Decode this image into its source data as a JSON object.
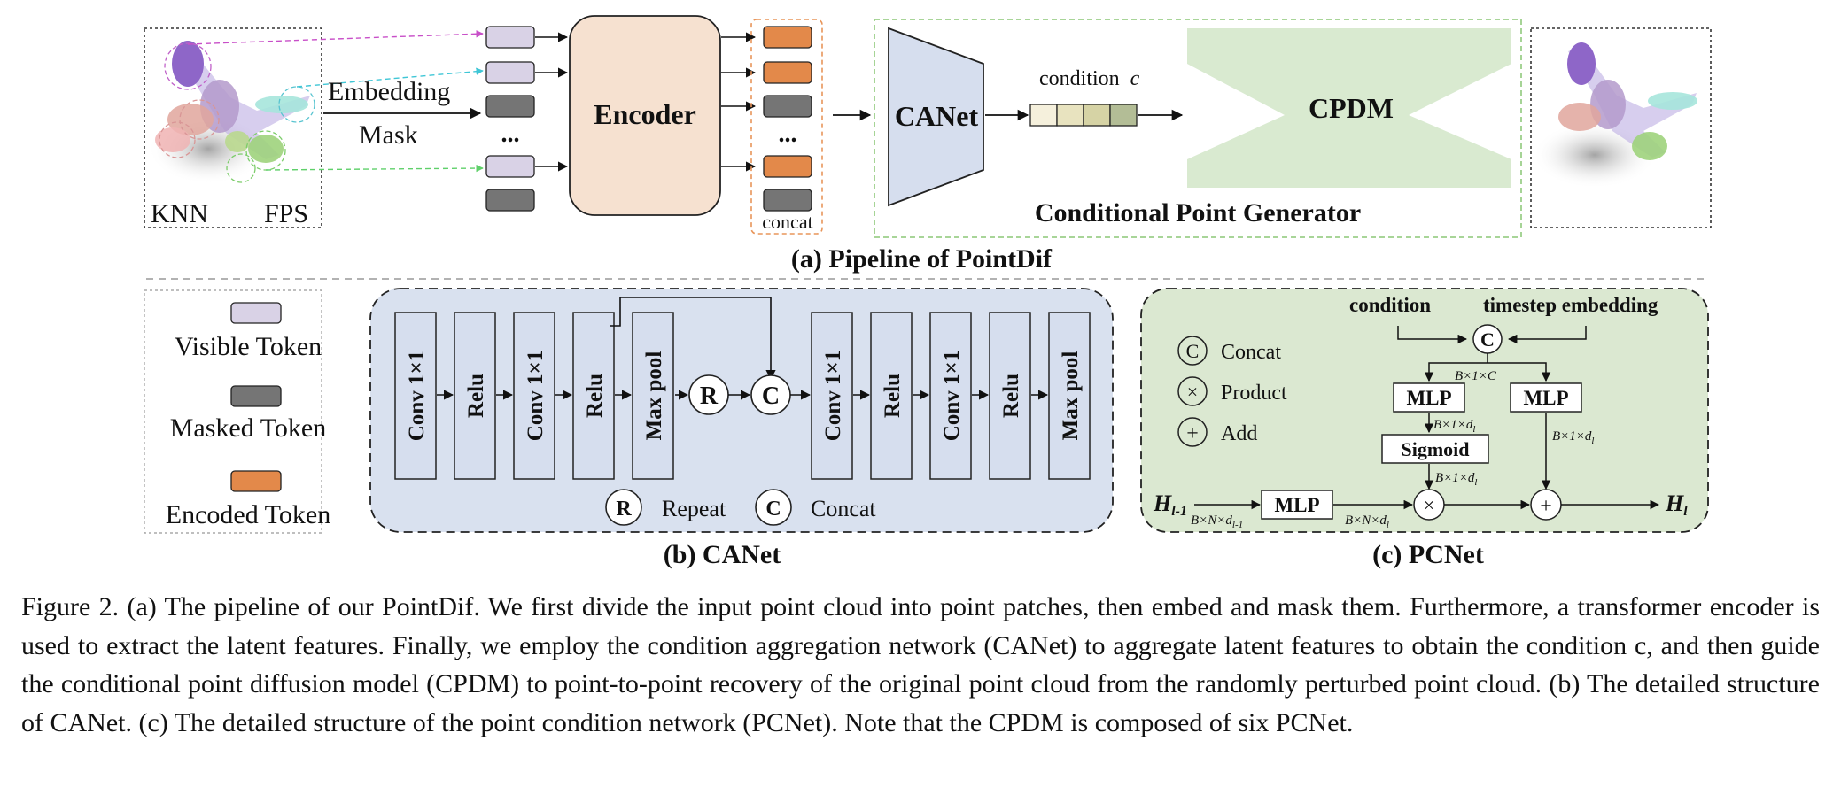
{
  "colors": {
    "visible": "#d9d2e6",
    "masked": "#757575",
    "encoded": "#e3894a",
    "encoder_fill": "#f6e1d0",
    "canet_fill": "#d6deee",
    "canet_panel": "#d9e1ef",
    "cpdm_fill": "#d9ead0",
    "pcnet_panel": "#dbe8d1",
    "condition_cells": [
      "#f5f0dc",
      "#e8e3bf",
      "#d6d3a5",
      "#b3bd96"
    ]
  },
  "pipeline": {
    "knn": "KNN",
    "fps": "FPS",
    "embedding": "Embedding",
    "mask": "Mask",
    "ellipsis": "...",
    "encoder": "Encoder",
    "concat": "concat",
    "canet": "CANet",
    "condition_label": "condition",
    "condition_symbol": "c",
    "cpdm": "CPDM",
    "generator_title": "Conditional Point Generator",
    "subtitle": "(a) Pipeline of PointDif"
  },
  "legend": {
    "visible": "Visible Token",
    "masked": "Masked Token",
    "encoded": "Encoded Token"
  },
  "canet": {
    "blocks_left": [
      "Conv 1×1",
      "Relu",
      "Conv 1×1",
      "Relu",
      "Max pool"
    ],
    "blocks_right": [
      "Conv 1×1",
      "Relu",
      "Conv 1×1",
      "Relu",
      "Max pool"
    ],
    "repeat_symbol": "R",
    "concat_symbol": "C",
    "repeat_label": "Repeat",
    "concat_label": "Concat",
    "subtitle": "(b) CANet"
  },
  "pcnet": {
    "legend_concat_sym": "C",
    "legend_concat": "Concat",
    "legend_product_sym": "×",
    "legend_product": "Product",
    "legend_add_sym": "+",
    "legend_add": "Add",
    "condition": "condition",
    "timestep": "timestep embedding",
    "concat_sym": "C",
    "mlp": "MLP",
    "sigmoid": "Sigmoid",
    "product_sym": "×",
    "add_sym": "+",
    "input": "H",
    "input_sub": "l-1",
    "output": "H",
    "output_sub": "l",
    "dim_bic": "B×1×C",
    "dim_b1d_1": "B×1×d",
    "dim_b1d_2": "B×1×d",
    "dim_b1d_3": "B×1×d",
    "dim_bnd": "B×N×d",
    "dim_in": "B×N×d",
    "dim_sub_l": "l",
    "dim_sub_l1": "l-1",
    "subtitle": "(c) PCNet"
  },
  "caption": "Figure 2. (a) The pipeline of our PointDif. We first divide the input point cloud into point patches, then embed and mask them. Furthermore, a transformer encoder is used to extract the latent features. Finally, we employ the condition aggregation network (CANet) to aggregate latent features to obtain the condition c, and then guide the conditional point diffusion model (CPDM) to point-to-point recovery of the original point cloud from the randomly perturbed point cloud. (b) The detailed structure of CANet. (c) The detailed structure of the point condition network (PCNet). Note that the CPDM is composed of six PCNet."
}
